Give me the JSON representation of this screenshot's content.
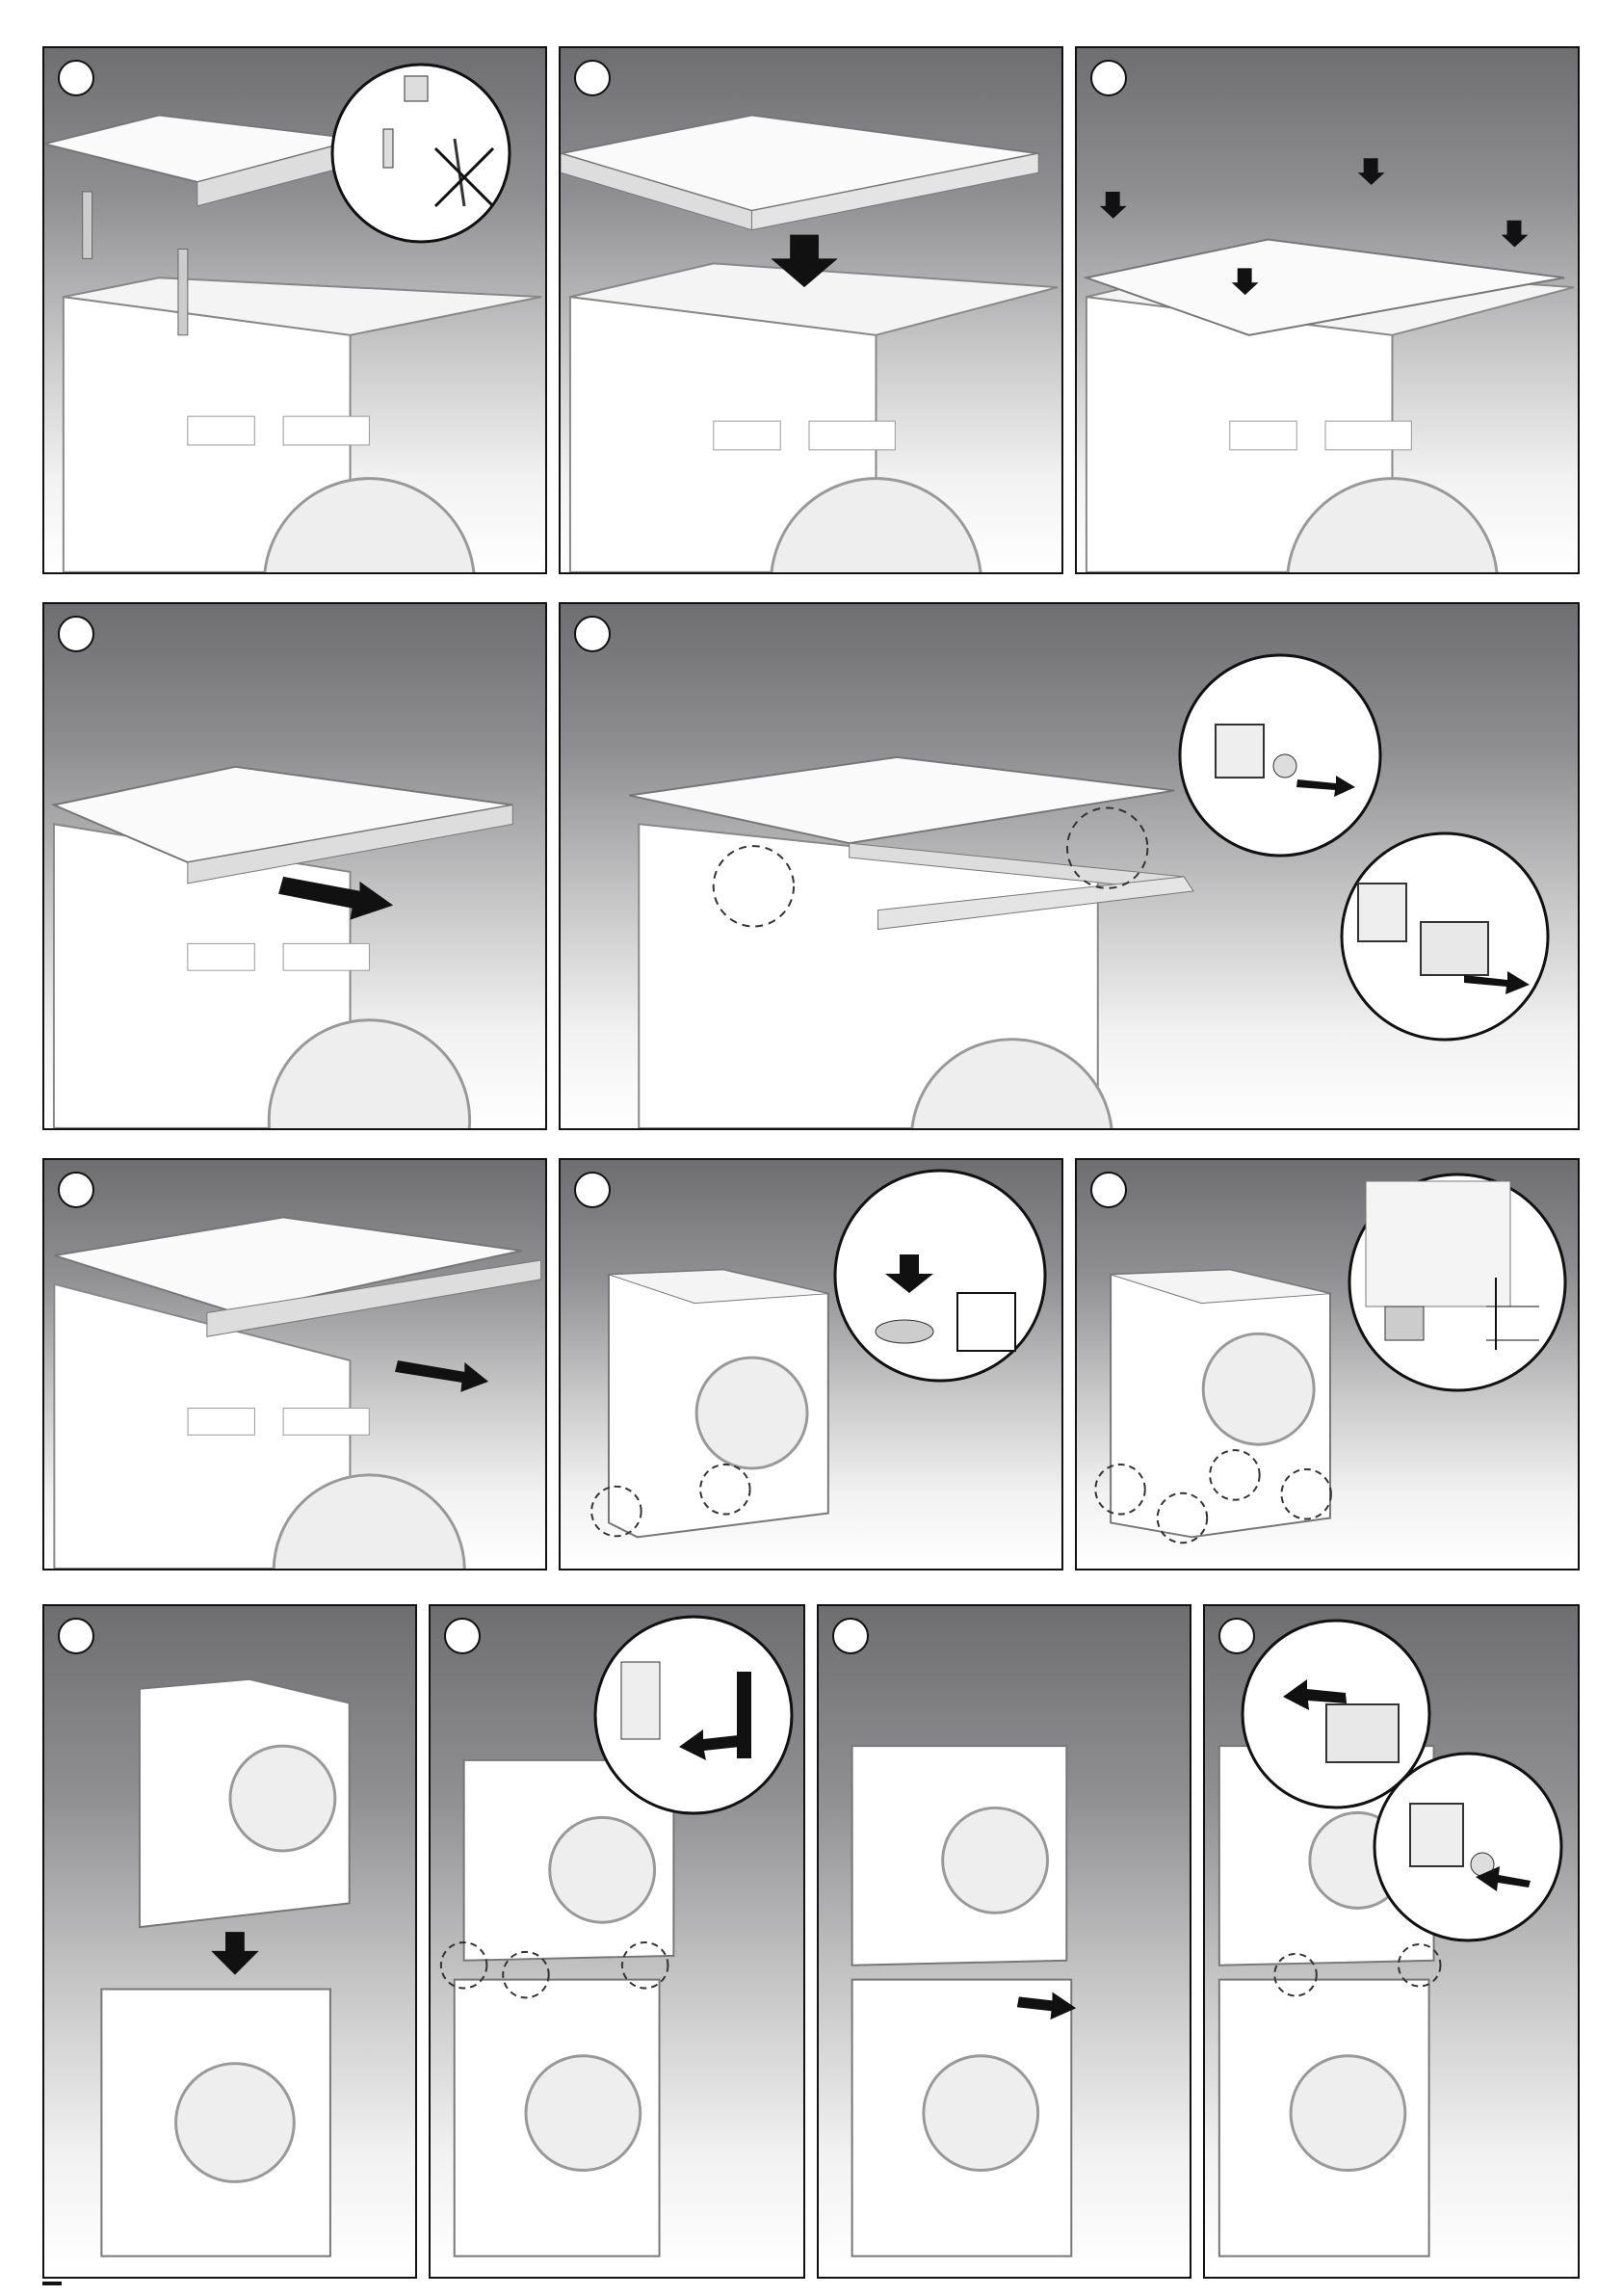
{
  "panels": [
    {
      "id": 1,
      "scene": "install-feet-on-pedestal",
      "icons": [
        "screw-icon",
        "crossed-nail-icon"
      ]
    },
    {
      "id": 2,
      "scene": "lower-pedestal-onto-washer",
      "icons": [
        "down-arrow-icon"
      ]
    },
    {
      "id": 3,
      "scene": "screw-pedestal-to-top",
      "icons": [
        "screw-icon"
      ]
    },
    {
      "id": 4,
      "scene": "pull-out-drawer",
      "icons": [
        "right-arrow-icon"
      ]
    },
    {
      "id": 5,
      "scene": "remove-slide-stops",
      "icons": [
        "screw-icon",
        "right-arrow-icon"
      ]
    },
    {
      "id": 6,
      "scene": "close-drawer",
      "icons": [
        "double-arrow-icon"
      ]
    },
    {
      "id": 7,
      "scene": "remove-dryer-feet",
      "icons": [
        "foot-pad-icon",
        "down-arrow-icon"
      ]
    },
    {
      "id": 8,
      "scene": "adjust-foot-height",
      "icons": [
        "height-gauge-icon"
      ]
    },
    {
      "id": 9,
      "scene": "place-dryer-on-pedestal",
      "icons": [
        "down-arrow-icon"
      ]
    },
    {
      "id": 10,
      "scene": "engage-foot-clamps",
      "icons": [
        "right-arrow-icon"
      ]
    },
    {
      "id": 11,
      "scene": "push-drawer-in",
      "icons": [
        "right-arrow-icon"
      ]
    },
    {
      "id": 12,
      "scene": "refit-slide-stops",
      "icons": [
        "screw-icon",
        "left-arrow-icon"
      ]
    }
  ]
}
